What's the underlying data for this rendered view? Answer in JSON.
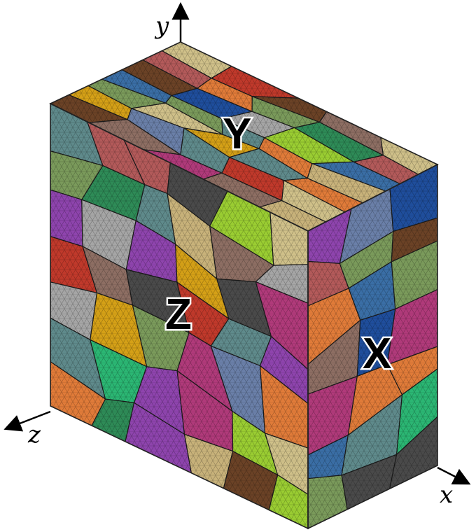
{
  "axes": {
    "y": "y",
    "z": "z",
    "x": "x"
  },
  "face_labels": {
    "top": "Y",
    "front": "Z",
    "side": "X"
  },
  "palette": [
    "#c0392b",
    "#2e8b57",
    "#3a6ea5",
    "#8e44ad",
    "#d4a017",
    "#6b4226",
    "#b03a7a",
    "#5f8a8b",
    "#9acd32",
    "#c8b27a",
    "#4a4a4a",
    "#e07b39",
    "#1f4e9c",
    "#a5a5a5",
    "#7a9a5b",
    "#b35a5a",
    "#2bb673",
    "#cfc089",
    "#6a7fa8",
    "#8d6e63"
  ]
}
